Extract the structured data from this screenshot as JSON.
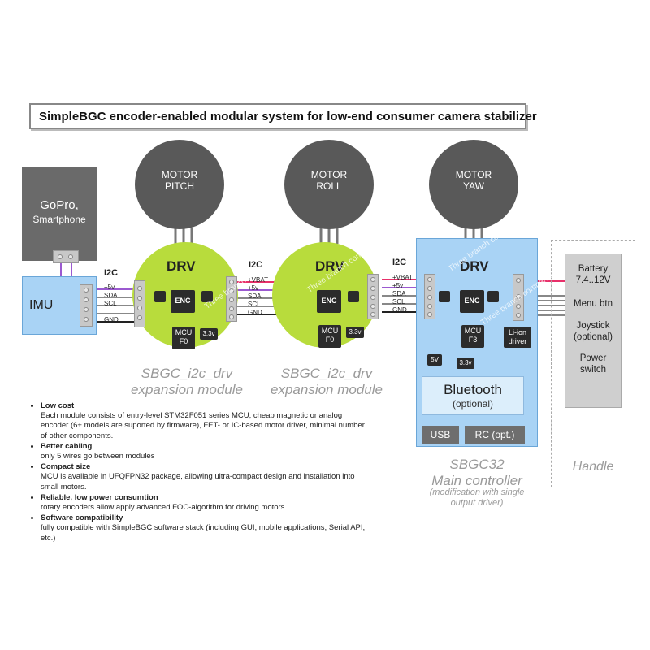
{
  "title": "SimpleBGC encoder-enabled modular system for low-end consumer camera stabilizer",
  "gopro": {
    "line1": "GoPro,",
    "line2": "Smartphone"
  },
  "imu": {
    "label": "IMU"
  },
  "motors": [
    {
      "line1": "MOTOR",
      "line2": "PITCH"
    },
    {
      "line1": "MOTOR",
      "line2": "ROLL"
    },
    {
      "line1": "MOTOR",
      "line2": "YAW"
    }
  ],
  "bus_label": "I2C",
  "signals_a": [
    "+5v",
    "SDA",
    "SCL",
    "GND"
  ],
  "signals_b": [
    "+VBAT",
    "+5v",
    "SDA",
    "SCL",
    "GND"
  ],
  "chips": {
    "drv": "DRV",
    "enc": "ENC",
    "mcu": "MCU",
    "mcu_f0": "F0",
    "mcu_f3": "F3",
    "v33": "3.3v",
    "v5": "5V",
    "liion_line1": "Li-ion",
    "liion_line2": "driver"
  },
  "modules": {
    "pitch_line1": "SBGC_i2c_drv",
    "pitch_line2": "expansion module",
    "roll_line1": "SBGC_i2c_drv",
    "roll_line2": "expansion module"
  },
  "controller": {
    "bluetooth": "Bluetooth",
    "bluetooth_note": "(optional)",
    "usb": "USB",
    "rc": "RC (opt.)",
    "name_line1": "SBGC32",
    "name_line2": "Main controller",
    "note_line1": "(modification with single",
    "note_line2": "output driver)"
  },
  "handle": {
    "battery_line1": "Battery",
    "battery_line2": "7.4..12V",
    "menu": "Menu btn",
    "joystick_line1": "Joystick",
    "joystick_line2": "(optional)",
    "power_line1": "Power",
    "power_line2": "switch",
    "label": "Handle"
  },
  "watermark": "Three branch companies",
  "features": [
    {
      "heading": "Low cost",
      "text": "Each module consists of entry-level STM32F051 series MCU, cheap magnetic or analog encoder (6+ models are suported by firmware), FET- or IC-based motor driver, minimal number of other components."
    },
    {
      "heading": "Better cabling",
      "text": "only 5 wires go between modules"
    },
    {
      "heading": "Compact size",
      "text": "MCU is available in UFQFPN32 package, allowing ultra-compact design and installation into small motors."
    },
    {
      "heading": "Reliable, low power consumtion",
      "text": "rotary encoders allow apply advanced FOC-algorithm for driving motors"
    },
    {
      "heading": "Software compatibility",
      "text": "fully compatible with SimpleBGC software stack (including GUI, mobile applications, Serial API, etc.)"
    }
  ],
  "colors": {
    "board_green": "#b8dc3c",
    "controller_blue": "#a9d3f5",
    "motor_grey": "#595959",
    "wire_vbat": "#e8306a",
    "wire_5v": "#9b59d0",
    "wire_gnd": "#222222"
  }
}
